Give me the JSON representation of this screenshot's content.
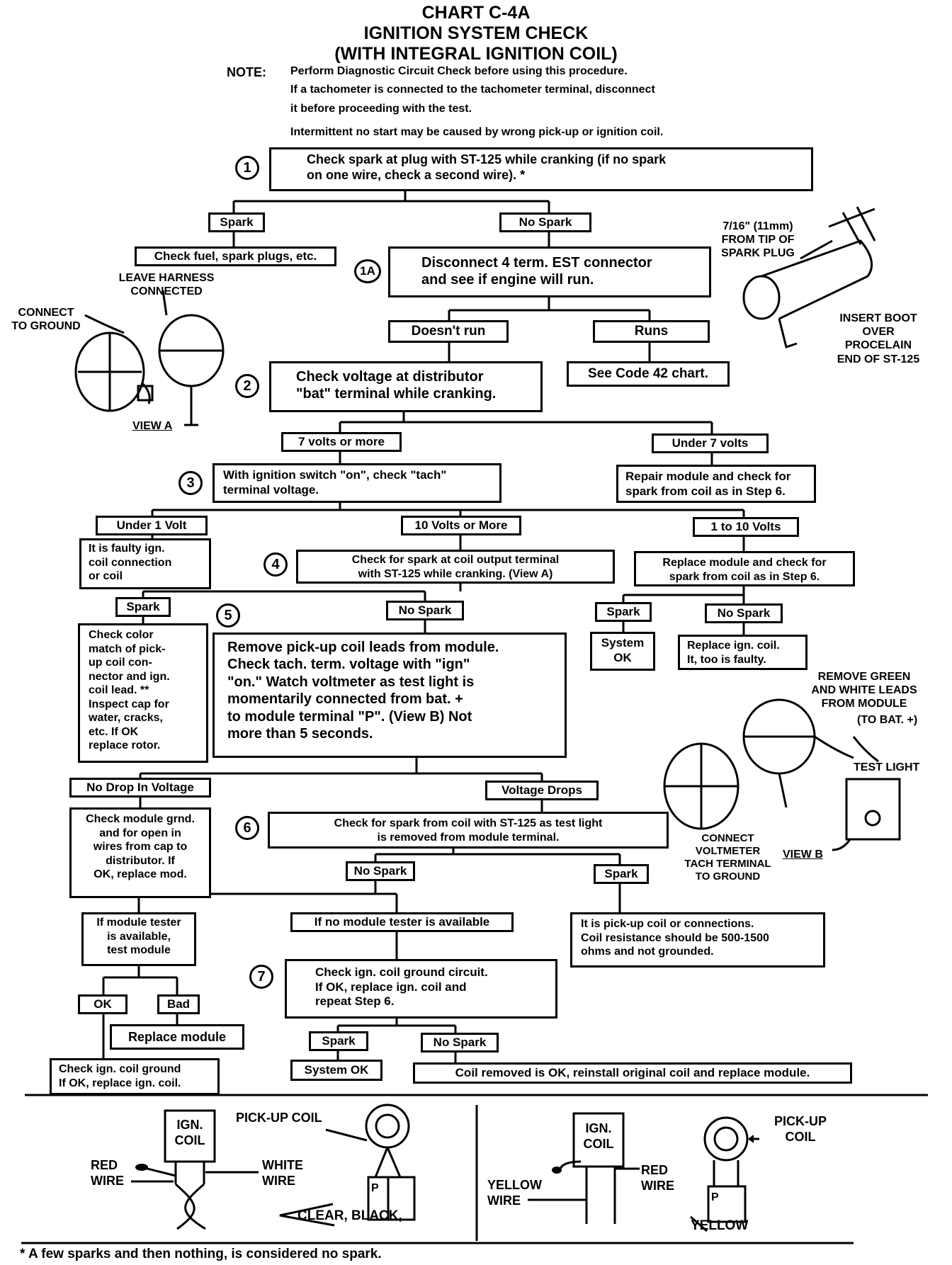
{
  "header": {
    "title1": "CHART C-4A",
    "title2": "IGNITION SYSTEM CHECK",
    "title3": "(WITH INTEGRAL IGNITION COIL)",
    "note_label": "NOTE:",
    "note1": "Perform Diagnostic Circuit Check before using this procedure.",
    "note2": "If a tachometer is connected to the tachometer terminal, disconnect",
    "note3": "it before proceeding with the test.",
    "note4": "Intermittent no start may be caused by wrong pick-up or ignition coil."
  },
  "steps": {
    "s1": "1",
    "s1a": "1A",
    "s2": "2",
    "s3": "3",
    "s4": "4",
    "s5": "5",
    "s6": "6",
    "s7": "7"
  },
  "boxes": {
    "step1": "Check spark at plug with ST-125 while cranking (if no spark\non one wire, check a second wire). *",
    "spark1": "Spark",
    "nospark1": "No Spark",
    "check_fuel": "Check fuel, spark plugs, etc.",
    "step1a": "Disconnect 4 term. EST connector\nand see if engine will run.",
    "doesnt_run": "Doesn't run",
    "runs": "Runs",
    "code42": "See Code 42 chart.",
    "step2": "Check voltage at distributor\n\"bat\" terminal while cranking.",
    "v7more": "7 volts or more",
    "under7": "Under 7 volts",
    "step3": "With ignition switch \"on\", check \"tach\"\nterminal voltage.",
    "repair_module": "Repair module and check for\nspark from coil as in Step 6.",
    "under1": "Under 1 Volt",
    "v10more": "10 Volts or More",
    "v1to10": "1 to 10 Volts",
    "faulty_coil": "It is faulty ign.\ncoil connection\nor coil",
    "step4": "Check for spark at coil output terminal\nwith ST-125 while cranking. (View A)",
    "replace_module_6": "Replace module and check for\nspark from coil as in Step 6.",
    "spark4": "Spark",
    "nospark4": "No Spark",
    "spark_r": "Spark",
    "nospark_r": "No Spark",
    "check_color": "Check color\nmatch of pick-\nup coil con-\nnector and ign.\ncoil lead. **\nInspect cap for\nwater, cracks,\netc. If OK\nreplace rotor.",
    "step5": "Remove pick-up coil leads from module.\nCheck tach. term. voltage with \"ign\"\n\"on.\" Watch voltmeter as test light is\nmomentarily connected from bat. +\nto module terminal \"P\". (View B) Not\nmore than 5 seconds.",
    "system_ok_r": "System\nOK",
    "replace_coil": "Replace ign. coil.\nIt, too is faulty.",
    "no_drop": "No Drop In Voltage",
    "voltage_drops": "Voltage Drops",
    "check_module_grnd": "Check module grnd.\nand for open in\nwires from cap to\ndistributor. If\nOK, replace mod.",
    "step6": "Check for spark from coil with ST-125 as test light\nis removed from module terminal.",
    "nospark6": "No Spark",
    "spark6": "Spark",
    "module_tester": "If module tester\nis available,\ntest module",
    "no_module_tester": "If no module tester is available",
    "pickup_coil": "It is pick-up coil or connections.\nCoil resistance should be 500-1500\nohms and not grounded.",
    "step7": "Check ign. coil ground circuit.\nIf OK, replace ign. coil and\nrepeat Step 6.",
    "ok": "OK",
    "bad": "Bad",
    "replace_module": "Replace module",
    "spark7": "Spark",
    "nospark7": "No Spark",
    "check_ign_ground": "Check ign. coil ground\nIf OK, replace ign. coil.",
    "system_ok7": "System OK",
    "coil_removed": "Coil removed is OK, reinstall original coil and replace module."
  },
  "figures": {
    "leave_harness": "LEAVE HARNESS\nCONNECTED",
    "connect_ground": "CONNECT\nTO GROUND",
    "view_a": "VIEW A",
    "plug_gap": "7/16\" (11mm)\nFROM TIP OF\nSPARK PLUG",
    "insert_boot": "INSERT BOOT\nOVER\nPROCELAIN\nEND OF ST-125",
    "remove_leads": "REMOVE GREEN\nAND WHITE LEADS\nFROM MODULE",
    "to_bat": "(TO BAT. +)",
    "test_light": "TEST LIGHT",
    "connect_voltmeter": "CONNECT VOLTMETER\nTACH TERMINAL\nTO GROUND",
    "view_b": "VIEW B"
  },
  "wiring": {
    "left_ign_coil": "IGN.\nCOIL",
    "left_pickup": "PICK-UP COIL",
    "left_red": "RED\nWIRE",
    "left_white": "WHITE\nWIRE",
    "left_clear_black": "CLEAR, BLACK,",
    "p1": "P",
    "right_ign_coil": "IGN.\nCOIL",
    "right_pickup": "PICK-UP\nCOIL",
    "right_yellow_wire": "YELLOW\nWIRE",
    "right_red": "RED\nWIRE",
    "right_yellow": "YELLOW",
    "p2": "P"
  },
  "footnote": "* A few sparks and then nothing, is considered no spark."
}
